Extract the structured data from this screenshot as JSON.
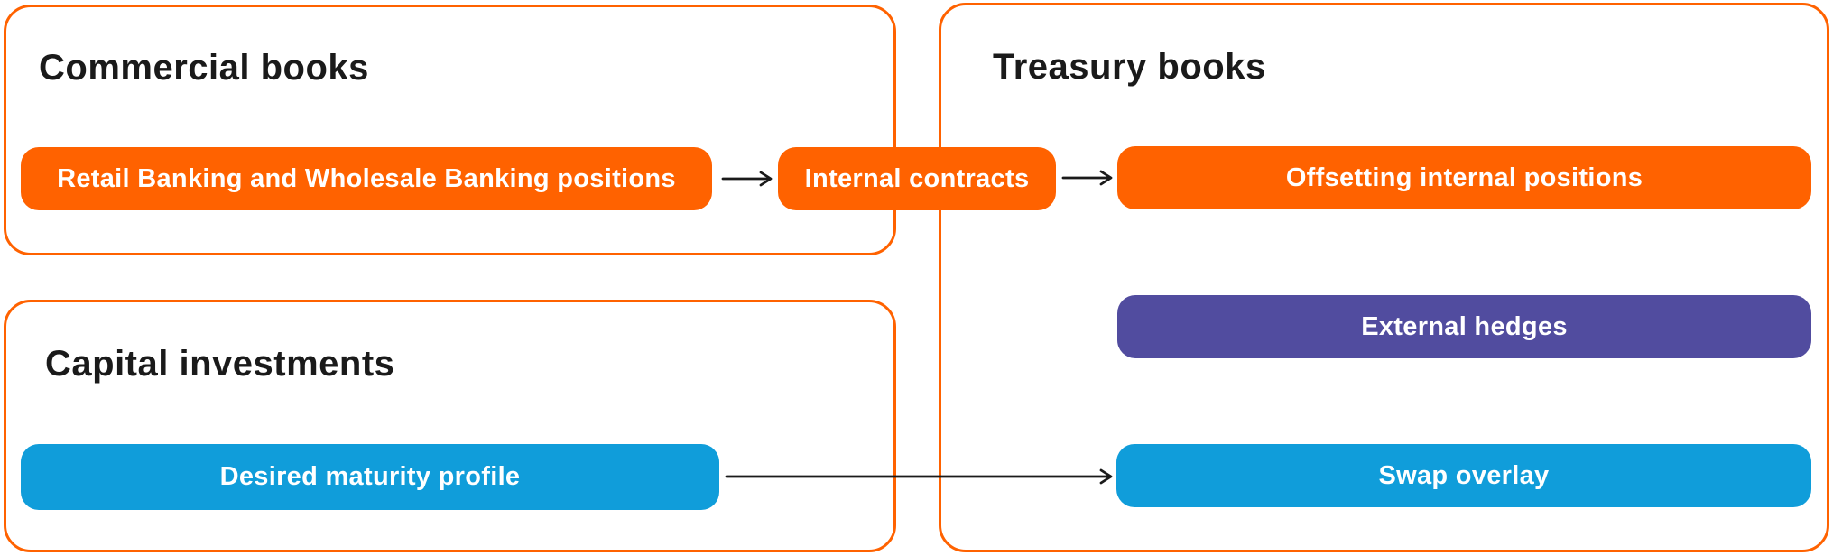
{
  "diagram": {
    "containers": [
      {
        "title": "Commercial books"
      },
      {
        "title": "Capital investments"
      },
      {
        "title": "Treasury books"
      }
    ],
    "nodes": [
      {
        "label": "Retail Banking and Wholesale Banking positions",
        "fill": "#ff6200"
      },
      {
        "label": "Internal contracts",
        "fill": "#ff6200"
      },
      {
        "label": "Offsetting internal positions",
        "fill": "#ff6200"
      },
      {
        "label": "External hedges",
        "fill": "#514c9f"
      },
      {
        "label": "Desired maturity profile",
        "fill": "#109dda"
      },
      {
        "label": "Swap overlay",
        "fill": "#109dda"
      }
    ],
    "edges": [
      {
        "from": "Retail Banking and Wholesale Banking positions",
        "to": "Internal contracts"
      },
      {
        "from": "Internal contracts",
        "to": "Offsetting internal positions"
      },
      {
        "from": "Desired maturity profile",
        "to": "Swap overlay"
      }
    ]
  },
  "colors": {
    "outline_orange": "#ff6200",
    "arrow_black": "#1a1a1a",
    "title_text": "#1a1a1a",
    "pill_text": "#ffffff",
    "background": "#ffffff"
  }
}
